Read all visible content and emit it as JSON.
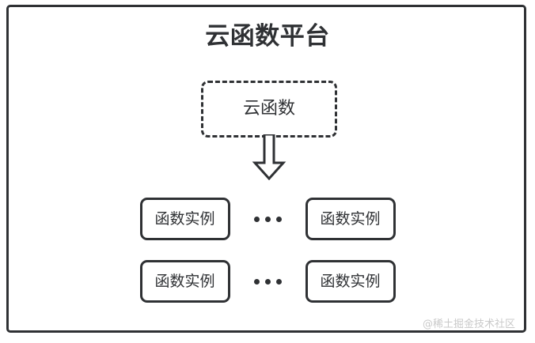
{
  "diagram": {
    "title": "云函数平台",
    "source_box": {
      "label": "云函数",
      "style": "dashed"
    },
    "arrow": {
      "icon": "down-block-arrow",
      "direction": "down"
    },
    "ellipsis": "•••",
    "instance_rows": [
      {
        "left_box": {
          "label": "函数实例"
        },
        "separator": "•••",
        "right_box": {
          "label": "函数实例"
        }
      },
      {
        "left_box": {
          "label": "函数实例"
        },
        "separator": "•••",
        "right_box": {
          "label": "函数实例"
        }
      }
    ],
    "watermark": "@稀土掘金技术社区",
    "colors": {
      "stroke": "#2f3134",
      "background": "#ffffff",
      "watermark": "#c9c9c9"
    }
  }
}
